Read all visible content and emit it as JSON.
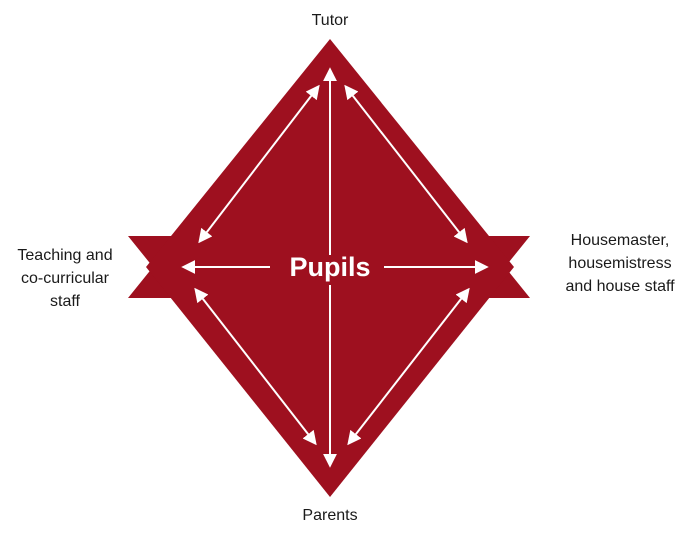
{
  "center": "Pupils",
  "top": "Tutor",
  "bottom": "Parents",
  "left": [
    "Teaching and",
    "co-curricular",
    "staff"
  ],
  "right": [
    "Housemaster,",
    "housemistress",
    "and house staff"
  ],
  "colors": {
    "shape": "#9e101f",
    "arrow": "#ffffff",
    "text": "#1a1a1a"
  }
}
